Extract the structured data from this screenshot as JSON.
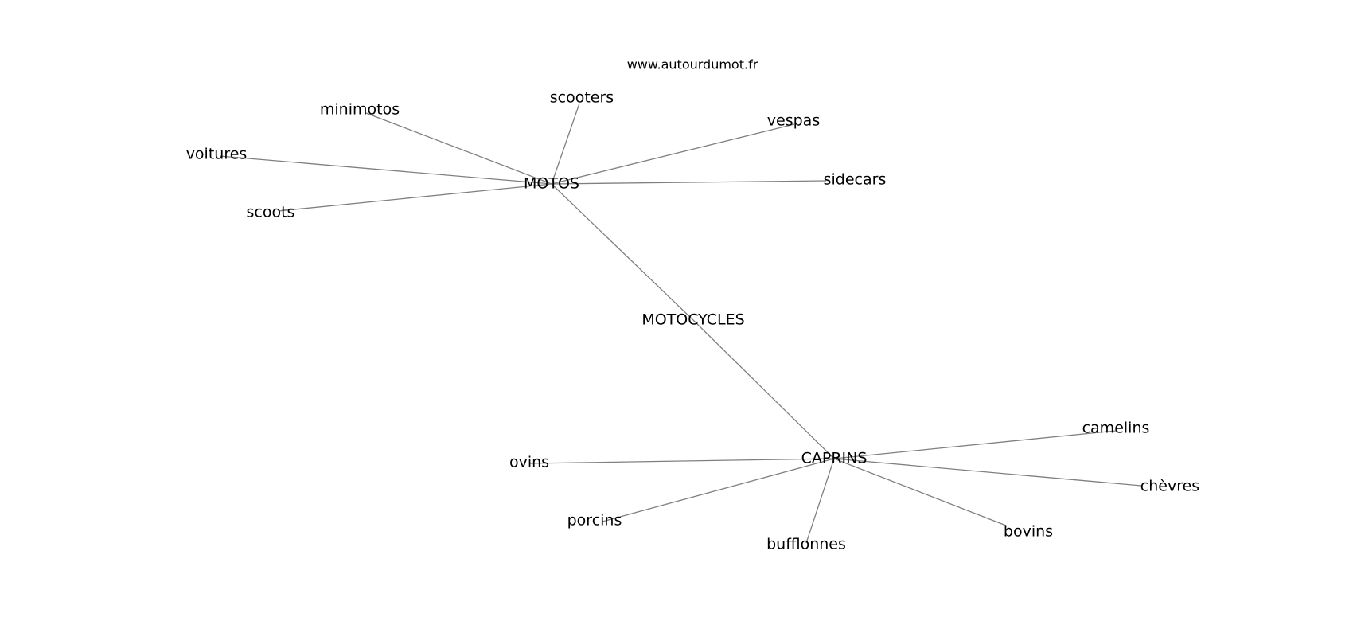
{
  "watermark": "www.autourdumot.fr",
  "nodes": [
    {
      "id": "MOTOS",
      "label": "MOTOS"
    },
    {
      "id": "MOTOCYCLES",
      "label": "MOTOCYCLES"
    },
    {
      "id": "CAPRINS",
      "label": "CAPRINS"
    },
    {
      "id": "scooters",
      "label": "scooters"
    },
    {
      "id": "minimotos",
      "label": "minimotos"
    },
    {
      "id": "vespas",
      "label": "vespas"
    },
    {
      "id": "voitures",
      "label": "voitures"
    },
    {
      "id": "sidecars",
      "label": "sidecars"
    },
    {
      "id": "scoots",
      "label": "scoots"
    },
    {
      "id": "camelins",
      "label": "camelins"
    },
    {
      "id": "ovins",
      "label": "ovins"
    },
    {
      "id": "chevres",
      "label": "chèvres"
    },
    {
      "id": "porcins",
      "label": "porcins"
    },
    {
      "id": "bovins",
      "label": "bovins"
    },
    {
      "id": "bufflonnes",
      "label": "bufflonnes"
    }
  ],
  "edges": [
    [
      "MOTOS",
      "scooters"
    ],
    [
      "MOTOS",
      "minimotos"
    ],
    [
      "MOTOS",
      "vespas"
    ],
    [
      "MOTOS",
      "voitures"
    ],
    [
      "MOTOS",
      "sidecars"
    ],
    [
      "MOTOS",
      "scoots"
    ],
    [
      "MOTOS",
      "MOTOCYCLES"
    ],
    [
      "MOTOCYCLES",
      "CAPRINS"
    ],
    [
      "CAPRINS",
      "camelins"
    ],
    [
      "CAPRINS",
      "ovins"
    ],
    [
      "CAPRINS",
      "chevres"
    ],
    [
      "CAPRINS",
      "porcins"
    ],
    [
      "CAPRINS",
      "bovins"
    ],
    [
      "CAPRINS",
      "bufflonnes"
    ]
  ]
}
